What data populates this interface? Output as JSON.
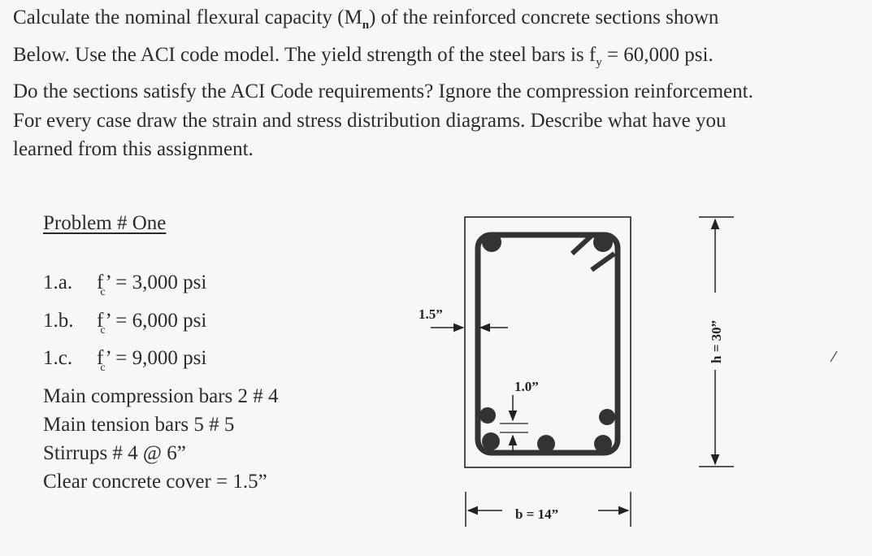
{
  "problem_statement": {
    "line1_a": "Calculate the nominal flexural capacity (M",
    "line1_sub": "n",
    "line1_b": ") of the reinforced concrete sections shown",
    "line2_a": "Below.  Use the ACI code model.  The yield strength of the steel bars is f",
    "line2_sub": "y",
    "line2_b": " = 60,000 psi.",
    "line3": "Do the sections satisfy the ACI Code requirements? Ignore the compression reinforcement.",
    "line4": "For every case draw the strain and stress distribution diagrams.   Describe what have you",
    "line5": "learned from this assignment."
  },
  "problem": {
    "heading": "Problem # One",
    "cases": [
      {
        "id": "1.a.",
        "symbol": "f",
        "sub": "c",
        "value": "’ = 3,000 psi"
      },
      {
        "id": "1.b.",
        "symbol": "f",
        "sub": "c",
        "value": "’ = 6,000 psi"
      },
      {
        "id": "1.c.",
        "symbol": "f",
        "sub": "c",
        "value": "’ = 9,000 psi"
      }
    ],
    "specs": {
      "compression_bars": "Main compression bars  2 # 4",
      "tension_bars": "Main tension bars  5 # 5",
      "stirrups": "Stirrups # 4 @ 6”",
      "cover": "Clear concrete cover = 1.5”"
    }
  },
  "figure": {
    "cover_label": "1.5”",
    "spacing_label": "1.0”",
    "width_label": "b = 14”",
    "height_label": "h = 30”"
  }
}
